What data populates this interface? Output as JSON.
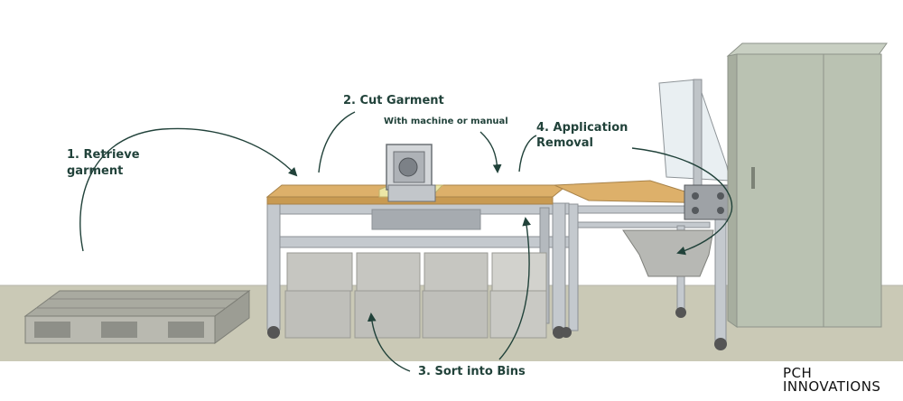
{
  "labels": {
    "step1": "1. Retrieve garment",
    "step2": "2. Cut Garment",
    "step2_sub": "With machine or manual",
    "step4": "4. Application Removal",
    "step3": "3. Sort into Bins"
  },
  "brand": {
    "line1": "PCH",
    "line2": "INNOVATIONS"
  },
  "colors": {
    "annotation": "#21423a",
    "floor": "#c9c8b5",
    "wall_line": "#bdbdb3",
    "tabletop": "#d7a85d",
    "frame": "#b9bec4",
    "bins": "#c3c3be",
    "cabinet": "#b9c1b1"
  }
}
